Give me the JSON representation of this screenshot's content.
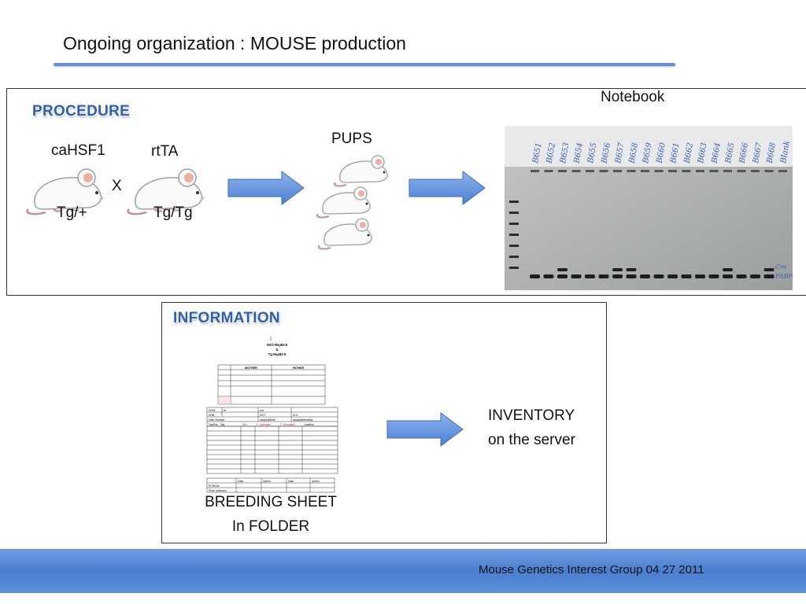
{
  "slide": {
    "title": "Ongoing organization : MOUSE production",
    "footer": "Mouse Genetics Interest Group 04 27 2011"
  },
  "procedure": {
    "heading": "PROCEDURE",
    "parent1_name": "caHSF1",
    "parent1_genotype": "Tg/+",
    "cross_symbol": "X",
    "parent2_name": "rtTA",
    "parent2_genotype": "Tg/Tg",
    "pups_label": "PUPS",
    "notebook_label": "Notebook",
    "gel_lanes": [
      "B651",
      "B652",
      "B653",
      "B654",
      "B655",
      "B656",
      "B657",
      "B658",
      "B659",
      "B660",
      "B661",
      "B662",
      "B663",
      "B664",
      "B665",
      "B666",
      "B667",
      "B668",
      "Blank"
    ],
    "gel_band_labels": [
      "Cre",
      "FABP"
    ]
  },
  "information": {
    "heading": "INFORMATION",
    "sheet_caption_line1": "BREEDING SHEET",
    "sheet_caption_line2": "In FOLDER",
    "inventory_line1": "INVENTORY",
    "inventory_line2": "on the server",
    "sheet": {
      "header_line1": "SKO Hsp82-5",
      "header_line2": "&",
      "header_line3": "Tg Hsp82-5",
      "mother_label": "MOTHER",
      "father_label": "FATHER",
      "table2_row1": [
        "DOW",
        "In",
        "out"
      ],
      "table2_row2": [
        "DOB",
        "DOT",
        "ID #"
      ],
      "table2_row3": [
        "Litter Number",
        "#pups@Birth",
        "#pups@weaning"
      ],
      "table2_header": [
        "Toe/Ear - Tag",
        "Sex",
        "F. Genotype",
        "F. Genotype",
        "Location"
      ],
      "table3_header": [
        "Date",
        "Author",
        "Date",
        "Author"
      ],
      "table3_rows": [
        "PCR/Gel",
        "Enter Inventory"
      ]
    }
  }
}
